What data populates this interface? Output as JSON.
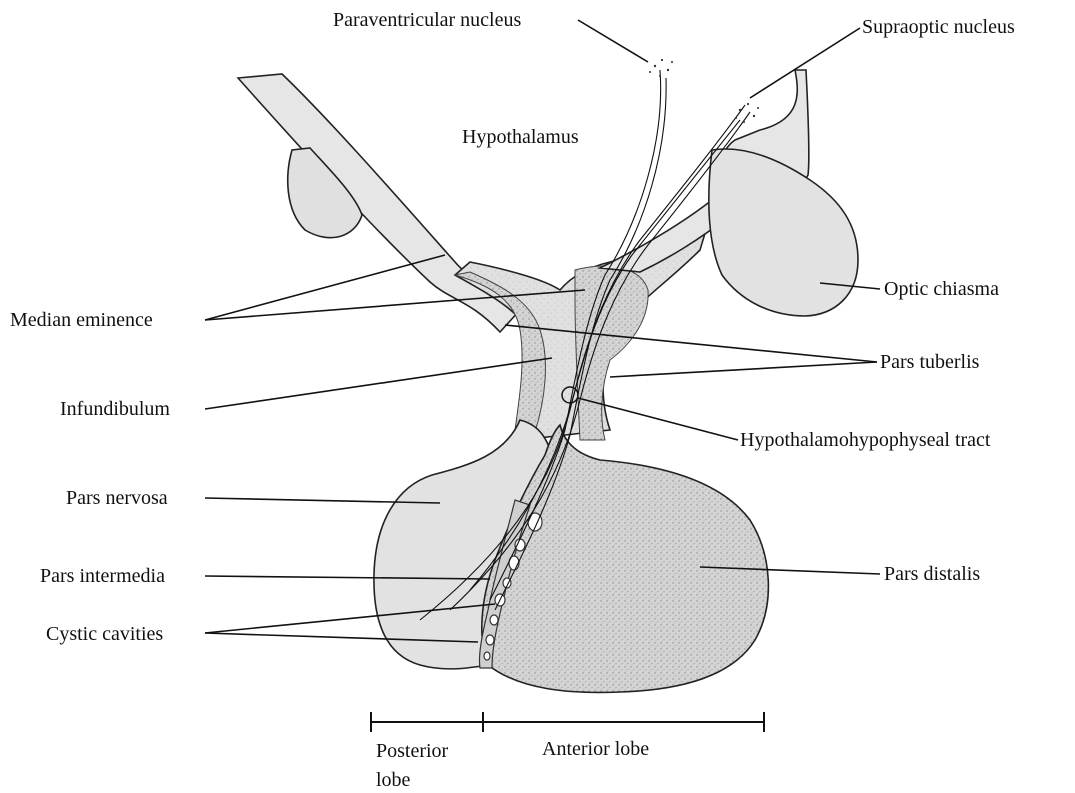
{
  "labels": {
    "paraventricular": "Paraventricular nucleus",
    "supraoptic": "Supraoptic nucleus",
    "hypothalamus": "Hypothalamus",
    "optic_chiasma": "Optic chiasma",
    "median_eminence": "Median eminence",
    "pars_tuberlis": "Pars tuberlis",
    "infundibulum": "Infundibulum",
    "hypothalamohypophyseal_tract": "Hypothalamohypophyseal tract",
    "pars_nervosa": "Pars nervosa",
    "pars_intermedia": "Pars intermedia",
    "pars_distalis": "Pars distalis",
    "cystic_cavities": "Cystic cavities",
    "posterior_lobe_line1": "Posterior",
    "posterior_lobe_line2": "lobe",
    "anterior_lobe": "Anterior lobe"
  },
  "colors": {
    "tissue_fill": "#e2e2e2",
    "anterior_fill": "#d6d6d6",
    "outline": "#222222",
    "text": "#111111"
  }
}
